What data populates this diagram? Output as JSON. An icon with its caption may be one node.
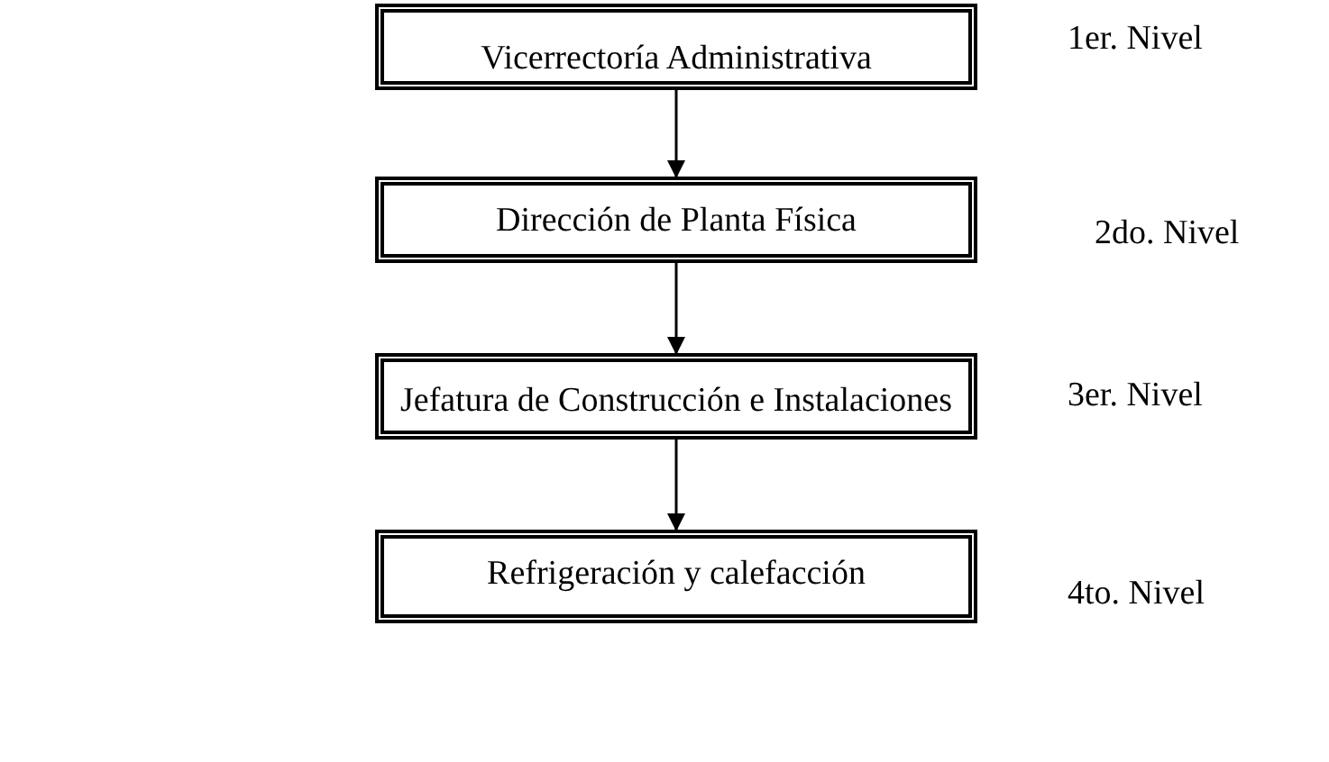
{
  "diagram": {
    "nodes": [
      {
        "text": [
          "Vicerrectoría Administrativa"
        ],
        "beside": [
          "1er. Nivel"
        ]
      },
      {
        "text": [
          "Dirección de Planta Física"
        ],
        "beside": [
          "2do. Nivel"
        ]
      },
      {
        "text": [
          "Jefatura de Construcción e Instalaciones"
        ],
        "beside": [
          "3er. Nivel"
        ]
      },
      {
        "text": [
          "Refrigeración y calefacción"
        ],
        "beside": [
          "4to. Nivel"
        ]
      }
    ],
    "edges": [
      {
        "from": 0,
        "to": 1,
        "arrow": "to"
      },
      {
        "from": 1,
        "to": 2,
        "arrow": "to"
      },
      {
        "from": 2,
        "to": 3,
        "arrow": "to"
      }
    ]
  }
}
